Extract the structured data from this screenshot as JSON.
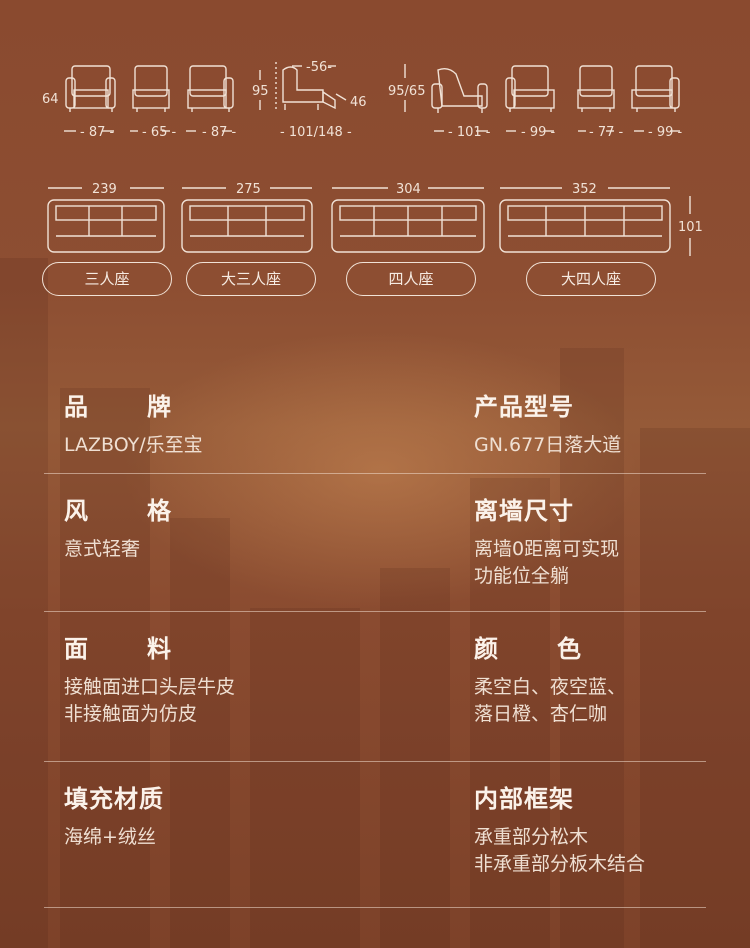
{
  "dimensions": {
    "top_row": {
      "heights": {
        "single": "64",
        "recliner": "95",
        "recliner_low": "46",
        "recliner_dual": "95/65"
      },
      "top_width": "56",
      "widths": [
        "87",
        "65",
        "87",
        "101/148",
        "101",
        "99",
        "77",
        "99"
      ]
    },
    "sofas": {
      "depth": "101",
      "widths": [
        "239",
        "275",
        "304",
        "352"
      ],
      "labels": [
        "三人座",
        "大三人座",
        "四人座",
        "大四人座"
      ]
    }
  },
  "specs": [
    {
      "left": {
        "label": [
          "品",
          "牌"
        ],
        "value": [
          "LAZBOY/乐至宝"
        ]
      },
      "right": {
        "label": [
          "产品型号"
        ],
        "value": [
          "GN.677日落大道"
        ]
      }
    },
    {
      "left": {
        "label": [
          "风",
          "格"
        ],
        "value": [
          "意式轻奢"
        ]
      },
      "right": {
        "label": [
          "离墙尺寸"
        ],
        "value": [
          "离墙0距离可实现",
          "功能位全躺"
        ]
      }
    },
    {
      "left": {
        "label": [
          "面",
          "料"
        ],
        "value": [
          "接触面进口头层牛皮",
          "非接触面为仿皮"
        ]
      },
      "right": {
        "label": [
          "颜",
          "色"
        ],
        "value": [
          "柔空白、夜空蓝、",
          "落日橙、杏仁咖"
        ]
      }
    },
    {
      "left": {
        "label": [
          "填充材质"
        ],
        "value": [
          "海绵+绒丝"
        ]
      },
      "right": {
        "label": [
          "内部框架"
        ],
        "value": [
          "承重部分松木",
          "非承重部分板木结合"
        ]
      }
    }
  ]
}
